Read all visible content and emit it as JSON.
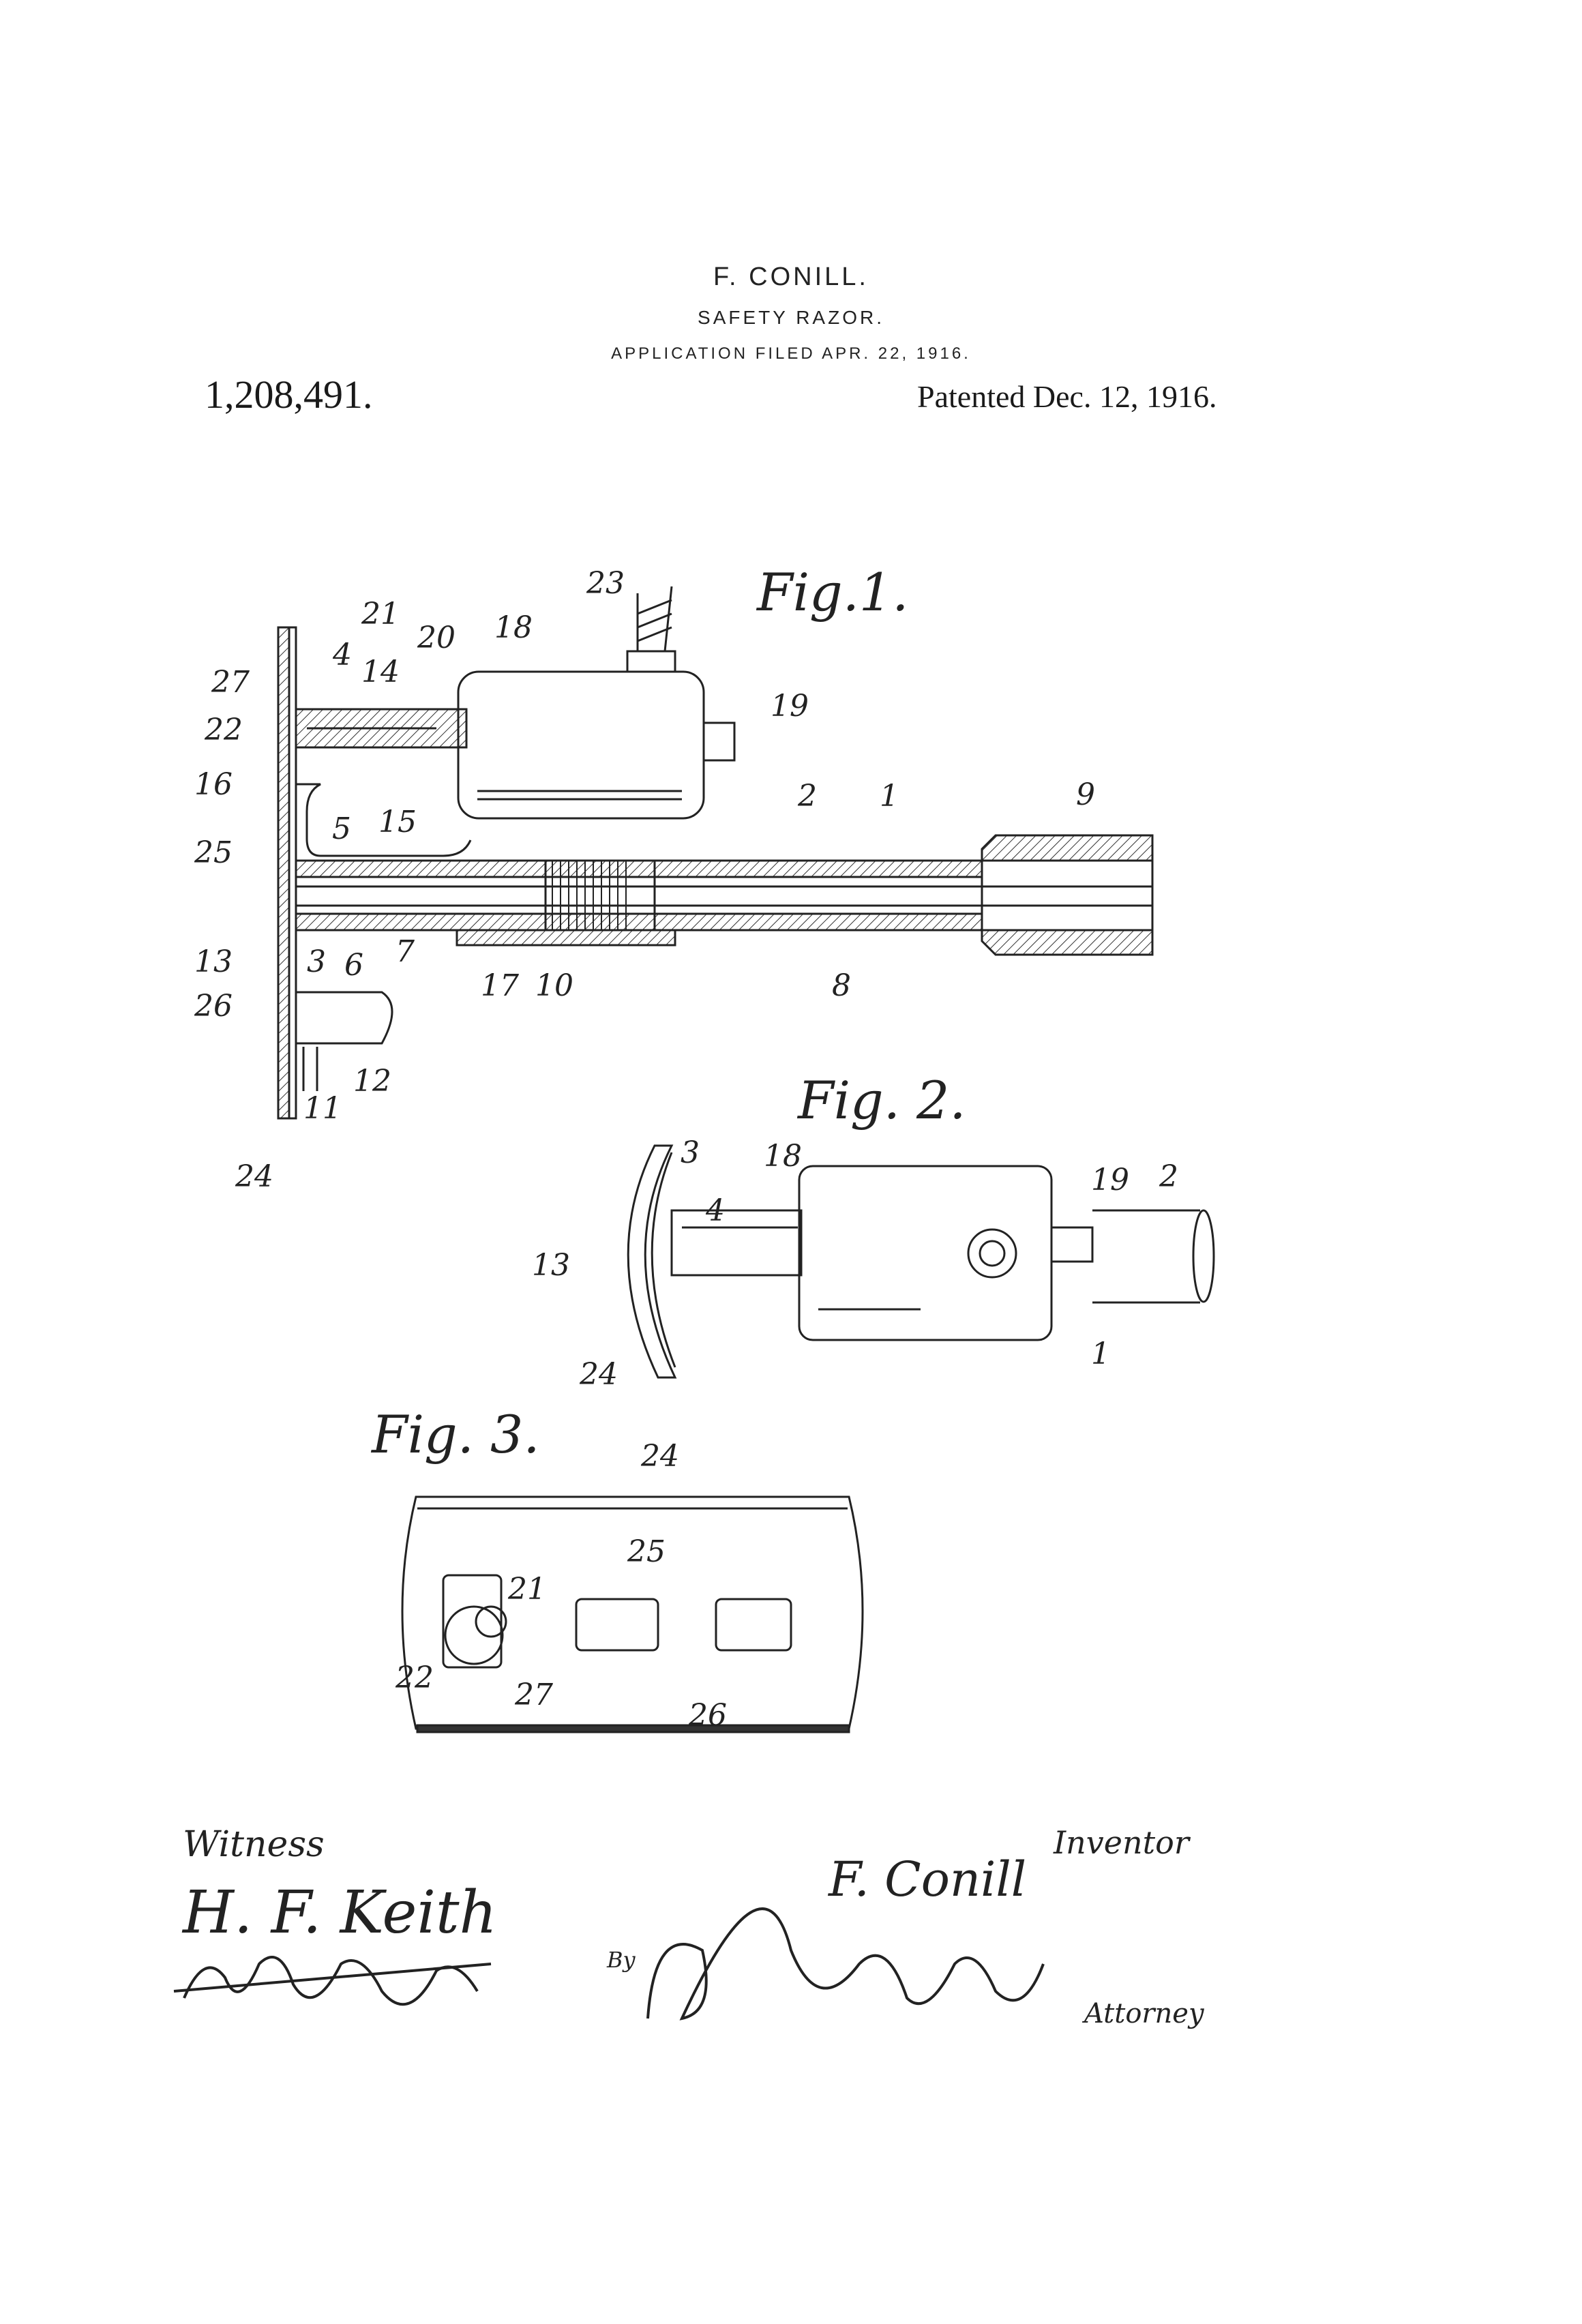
{
  "header": {
    "inventor": "F. CONILL.",
    "title": "SAFETY RAZOR.",
    "filed": "APPLICATION FILED APR. 22, 1916.",
    "patent_number": "1,208,491.",
    "patented": "Patented Dec. 12, 1916."
  },
  "figures": {
    "fig1": {
      "title": "Fig.1.",
      "refs": [
        "1",
        "2",
        "3",
        "4",
        "5",
        "6",
        "7",
        "8",
        "9",
        "10",
        "11",
        "12",
        "13",
        "14",
        "15",
        "16",
        "17",
        "18",
        "19",
        "20",
        "21",
        "22",
        "23",
        "24",
        "25",
        "26",
        "27"
      ]
    },
    "fig2": {
      "title": "Fig. 2.",
      "refs": [
        "1",
        "2",
        "3",
        "4",
        "13",
        "18",
        "19",
        "24"
      ]
    },
    "fig3": {
      "title": "Fig. 3.",
      "refs": [
        "21",
        "22",
        "24",
        "25",
        "26",
        "27"
      ]
    }
  },
  "signatures": {
    "witness_label": "Witness",
    "witness_1": "H. F. Keith",
    "witness_2_signature": "handwritten signature",
    "inventor_label": "Inventor",
    "inventor_name": "F. Conill",
    "by_label": "By",
    "attorney_signature": "handwritten signature",
    "attorney_label": "Attorney"
  }
}
